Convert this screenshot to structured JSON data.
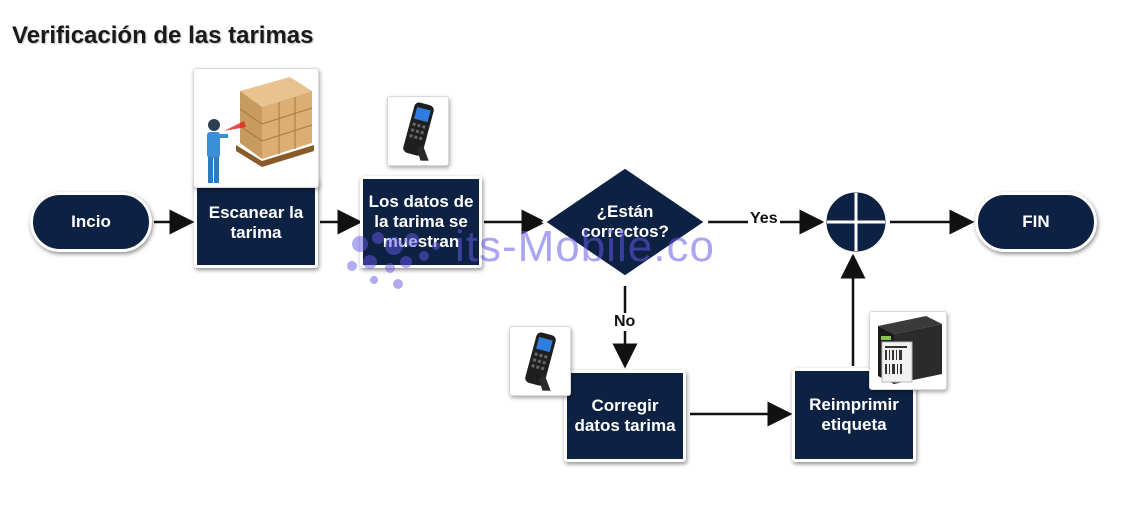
{
  "title": "Verificación de las tarimas",
  "nodes": {
    "start": "Incio",
    "scan": "Escanear la tarima",
    "show": "Los datos de la tarima se muestran",
    "decision": "¿Están correctos?",
    "correct": "Corregir datos tarima",
    "reprint": "Reimprimir etiqueta",
    "end": "FIN"
  },
  "edges": {
    "yes": "Yes",
    "no": "No"
  },
  "watermark": "its-Mobile.co",
  "colors": {
    "node_fill": "#0d2142",
    "arrow": "#111111",
    "watermark": "#6a5ae6"
  }
}
